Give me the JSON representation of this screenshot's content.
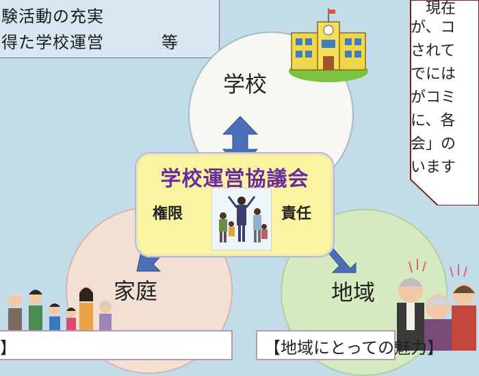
{
  "top_left": {
    "line1": "験活動の充実",
    "line2": "得た学校運営",
    "line2_suffix": "等"
  },
  "circles": {
    "school": "学校",
    "home": "家庭",
    "area": "地域"
  },
  "council": {
    "title": "学校運営協議会",
    "left_label": "権限",
    "right_label": "責任"
  },
  "right_panel": {
    "lines": [
      "現在",
      "が、コ",
      "されて",
      "でには",
      "がコミ",
      "に、各",
      "会」の",
      "います"
    ]
  },
  "bottom_banner_right": "【地域にとっての魅力】",
  "colors": {
    "background": "#c3dcea",
    "council_fill": "#faf3a0",
    "council_title": "#6a2c9c",
    "arrow": "#4b6fb5",
    "home_circle": "#f7e0d4",
    "area_circle": "#d7ebc0",
    "school_circle": "#f6f7f2"
  }
}
